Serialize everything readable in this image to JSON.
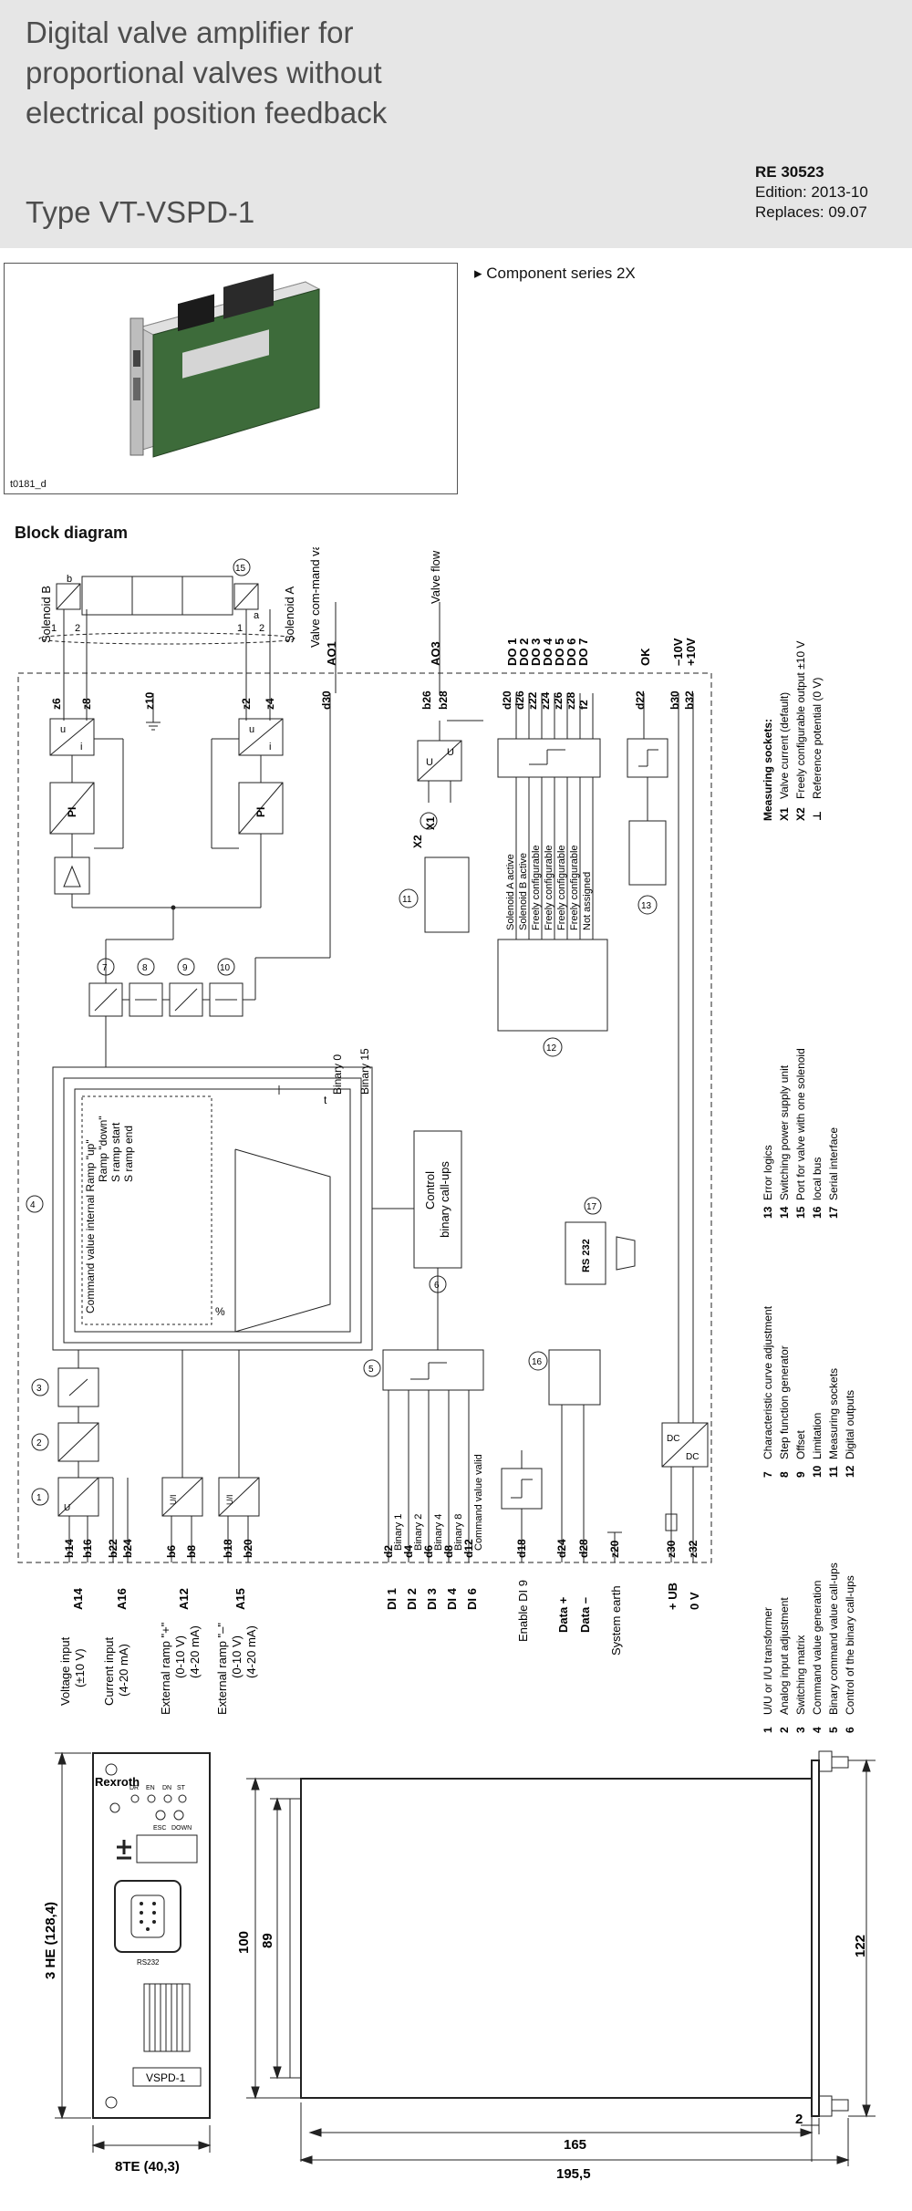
{
  "header": {
    "title_lines": [
      "Digital valve amplifier for",
      "proportional valves without",
      "electrical position feedback"
    ],
    "type": "Type VT-VSPD-1",
    "doc_number": "RE 30523",
    "edition": "Edition: 2013-10",
    "replaces": "Replaces: 09.07"
  },
  "photo": {
    "caption": "t0181_d"
  },
  "features": [
    "Component series 2X"
  ],
  "block_diagram": {
    "section_title": "Block diagram",
    "top_labels": {
      "solenoid_b": "Solenoid B",
      "solenoid_a": "Solenoid A",
      "valve_command_value": "Valve com-mand value",
      "ao1": "AO1",
      "ao3": "AO3",
      "valve_flow": "Valve flow",
      "do": [
        "DO 1",
        "DO 2",
        "DO 3",
        "DO 4",
        "DO 5",
        "DO 6",
        "DO 7"
      ],
      "ok": "OK",
      "minus10v": "–10V",
      "plus10v": "+10V"
    },
    "pins_top": [
      "z6",
      "z8",
      "z10",
      "z2",
      "z4",
      "d30",
      "b26",
      "b28",
      "d20",
      "d26",
      "z22",
      "z24",
      "z26",
      "z28",
      "f2",
      "d22",
      "b30",
      "b32"
    ],
    "wire_numbers": [
      "1",
      "2",
      "1",
      "2"
    ],
    "do_functions": [
      "Solenoid A active",
      "Solenoid B active",
      "Freely configurable",
      "Freely configurable",
      "Freely configurable",
      "Freely configurable",
      "Not assigned"
    ],
    "block_labels": {
      "pi": "PI",
      "ui_u": "u",
      "ui_i": "i",
      "uu_u": "U",
      "ramp_lines": [
        "Command value internal  Ramp \"up\"",
        "Ramp \"down\"",
        "S ramp start",
        "S ramp end"
      ],
      "binary_0": "Binary 0",
      "binary_15": "Binary 15",
      "t": "t",
      "pct": "%",
      "control_binary": [
        "Control",
        "binary call-ups"
      ],
      "rs232": "RS 232",
      "dc": "DC",
      "x2": "X2",
      "x1": "X1"
    },
    "circle_numbers": [
      "15",
      "7",
      "8",
      "9",
      "10",
      "11",
      "12",
      "13",
      "1",
      "2",
      "3",
      "4",
      "5",
      "6",
      "16",
      "17"
    ],
    "bottom_pins": [
      "b14",
      "b16",
      "b22",
      "b24",
      "b6",
      "b8",
      "b18",
      "b20",
      "d2",
      "d4",
      "d6",
      "d8",
      "d12",
      "d18",
      "d24",
      "d28",
      "z20",
      "z30",
      "z32"
    ],
    "binary_labels": [
      "Binary 1",
      "Binary 2",
      "Binary 4",
      "Binary 8",
      "Command value valid"
    ],
    "bottom_labels": {
      "a14": "A14",
      "a16": "A16",
      "a12": "A12",
      "a15": "A15",
      "voltage_input": [
        "Voltage input",
        "(±10 V)"
      ],
      "current_input": [
        "Current input",
        "(4-20 mA)"
      ],
      "ext_ramp_plus": [
        "External ramp \"+\"",
        "(0-10 V)",
        "(4-20 mA)"
      ],
      "ext_ramp_minus": [
        "External ramp \"–\"",
        "(0-10 V)",
        "(4-20 mA)"
      ],
      "di": [
        "DI 1",
        "DI 2",
        "DI 3",
        "DI 4",
        "DI 6"
      ],
      "enable_di9": "Enable DI 9",
      "data_plus": "Data +",
      "data_minus": "Data –",
      "system_earth": "System earth",
      "ub": "+ UB",
      "zero_v": "0 V",
      "iu_labels": [
        "U/I",
        "U/I"
      ]
    },
    "legend": {
      "col1": [
        [
          "1",
          "U/U or I/U transformer"
        ],
        [
          "2",
          "Analog input adjustment"
        ],
        [
          "3",
          "Switching matrix"
        ],
        [
          "4",
          "Command value generation"
        ],
        [
          "5",
          "Binary command value call-ups"
        ],
        [
          "6",
          "Control of the binary call-ups"
        ]
      ],
      "col2": [
        [
          "7",
          "Characteristic curve adjustment"
        ],
        [
          "8",
          "Step function generator"
        ],
        [
          "9",
          "Offset"
        ],
        [
          "10",
          "Limitation"
        ],
        [
          "11",
          "Measuring sockets"
        ],
        [
          "12",
          "Digital outputs"
        ]
      ],
      "col3": [
        [
          "13",
          "Error logics"
        ],
        [
          "14",
          "Switching power supply unit"
        ],
        [
          "15",
          "Port for valve with one solenoid"
        ],
        [
          "16",
          "local bus"
        ],
        [
          "17",
          "Serial interface"
        ]
      ],
      "col4_title": "Measuring sockets:",
      "col4": [
        [
          "X1",
          "Valve current (default)"
        ],
        [
          "X2",
          "Freely configurable output ±10 V"
        ],
        [
          "⊥",
          "Reference potential (0 V)"
        ]
      ]
    }
  },
  "front_panel": {
    "brand": "Rexroth",
    "led_labels": [
      "DR",
      "EN",
      "DN",
      "ST"
    ],
    "key_labels": [
      "ESC",
      "DOWN"
    ],
    "plus_minus": "+",
    "connector": "RS232",
    "name_plate": "VSPD-1",
    "height_dim": "3 HE (128,4)",
    "width_dim": "8TE (40,3)"
  },
  "side_view": {
    "dim_100": "100",
    "dim_89": "89",
    "dim_122": "122",
    "dim_2": "2",
    "dim_165": "165",
    "dim_195": "195,5"
  }
}
